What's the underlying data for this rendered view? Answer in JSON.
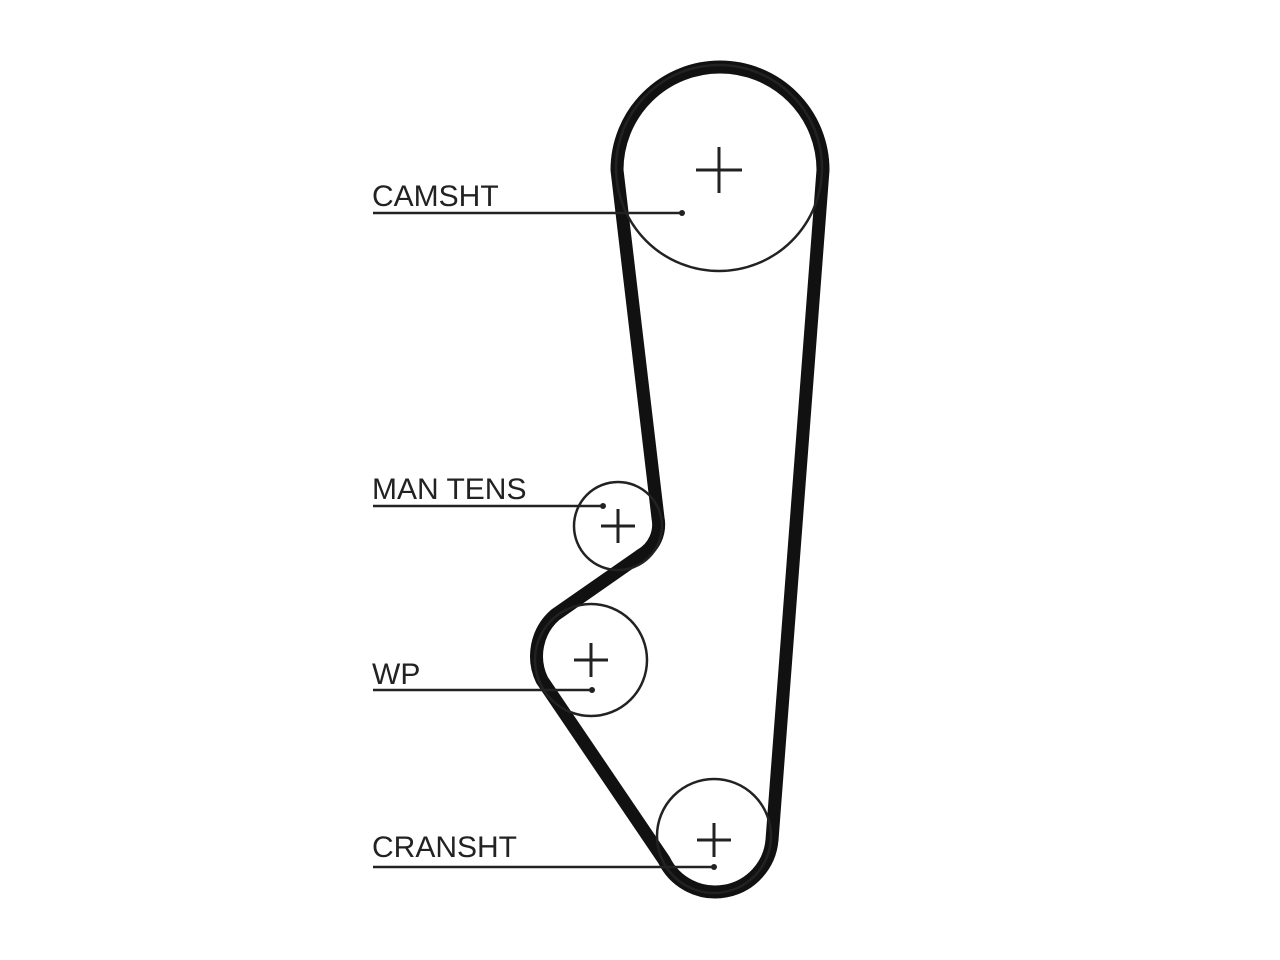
{
  "labels": {
    "camshaft": "CAMSHT",
    "tensioner": "MAN TENS",
    "water_pump": "WP",
    "crankshaft": "CRANSHT"
  },
  "colors": {
    "belt": "#111111",
    "pulley": "#222222",
    "leader": "#222222",
    "background": "#ffffff"
  }
}
